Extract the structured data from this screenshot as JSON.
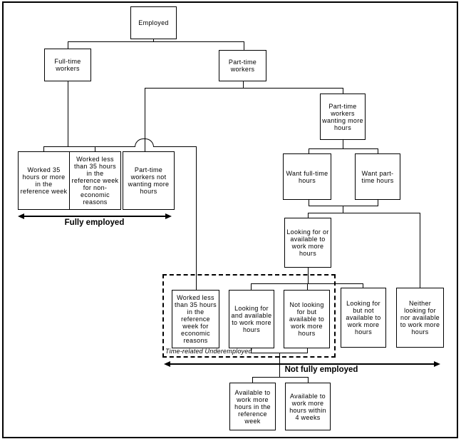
{
  "nodes": {
    "employed": "Employed",
    "full_time_workers": "Full-time workers",
    "part_time_workers": "Part-time workers",
    "worked_35_plus": "Worked 35 hours or more in the reference week",
    "worked_less_non_economic": "Worked less than 35 hours in the reference week for non-economic reasons",
    "pt_not_wanting": "Part-time workers not wanting more hours",
    "pt_wanting": "Part-time workers wanting more hours",
    "want_full_time": "Want full-time hours",
    "want_part_time": "Want part-time hours",
    "looking_or_available": "Looking for or available to work more hours",
    "worked_less_economic": "Worked less than 35 hours in the reference week for economic reasons",
    "looking_and_available": "Looking for and available to work more hours",
    "not_looking_but_available": "Not looking for but available to work more hours",
    "looking_but_not_available": "Looking for but not available to work more hours",
    "neither_looking_nor_available": "Neither looking for nor available to work more hours",
    "available_reference_week": "Available to work more hours in the reference week",
    "available_4_weeks": "Available to work more hours within 4 weeks"
  },
  "labels": {
    "fully_employed": "Fully employed",
    "not_fully_employed": "Not fully employed",
    "time_related_underemployed": "Time-related Underemployed"
  },
  "colors": {
    "line": "#000000",
    "background": "#ffffff",
    "text": "#000000"
  }
}
